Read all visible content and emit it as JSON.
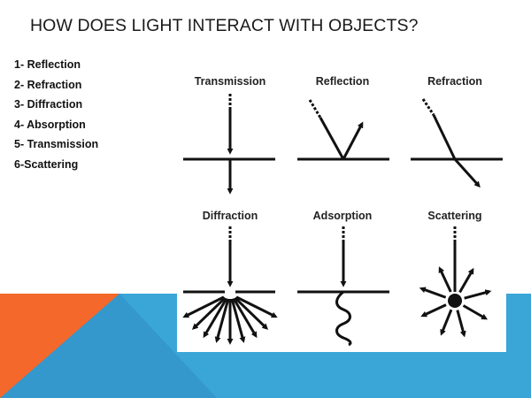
{
  "title": "HOW DOES LIGHT INTERACT WITH OBJECTS?",
  "list_items": [
    "1- Reflection",
    "2- Refraction",
    "3- Diffraction",
    "4- Absorption",
    "5- Transmission",
    "6-Scattering"
  ],
  "panels": {
    "transmission": "Transmission",
    "reflection": "Reflection",
    "refraction": "Refraction",
    "diffraction": "Diffraction",
    "adsorption": "Adsorption",
    "scattering": "Scattering"
  },
  "colors": {
    "orange": "#f4682c",
    "blue": "#3aa6d8",
    "ink": "#111111"
  }
}
